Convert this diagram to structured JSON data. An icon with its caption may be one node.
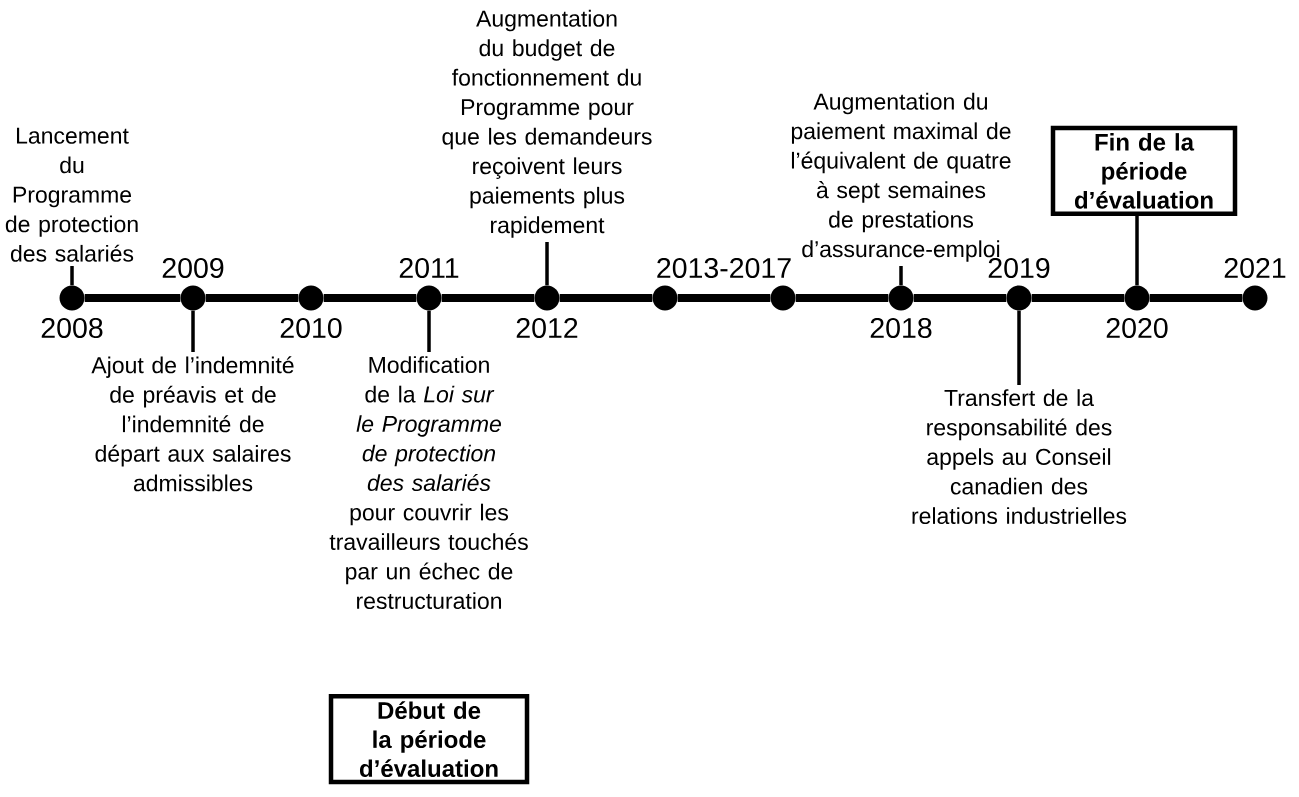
{
  "diagram": {
    "nodes": [
      {
        "text": [],
        "shape": "circle",
        "beside": [
          "2008"
        ]
      },
      {
        "text": [],
        "shape": "circle",
        "beside": [
          "2009"
        ]
      },
      {
        "text": [],
        "shape": "circle",
        "beside": [
          "2010"
        ]
      },
      {
        "text": [],
        "shape": "circle",
        "beside": [
          "2011"
        ]
      },
      {
        "text": [],
        "shape": "circle",
        "beside": [
          "2012"
        ]
      },
      {
        "text": [],
        "shape": "circle",
        "beside": [
          "2013-2017"
        ]
      },
      {
        "text": [],
        "shape": "circle"
      },
      {
        "text": [],
        "shape": "circle",
        "beside": [
          "2018"
        ]
      },
      {
        "text": [],
        "shape": "circle",
        "beside": [
          "2019"
        ]
      },
      {
        "text": [],
        "shape": "circle",
        "beside": [
          "2020"
        ]
      },
      {
        "text": [],
        "shape": "circle",
        "beside": [
          "2021"
        ]
      },
      {
        "text": [
          "Lancement du Programme de protection des salariés"
        ]
      },
      {
        "text": [
          "Augmentation du budget de fonctionnement du Programme pour que les demandeurs reçoivent leurs paiements plus rapidement"
        ]
      },
      {
        "text": [
          "Augmentation du paiement maximal de l’équivalent de quatre à sept semaines de prestations d’assurance-emploi"
        ]
      },
      {
        "text": [
          "Fin de la période d’évaluation"
        ]
      },
      {
        "text": [
          "Ajout de l’indemnité de préavis et de l’indemnité de départ aux salaires admissibles"
        ]
      },
      {
        "text": [
          "Modification de la *Loi sur le Programme de protection des salariés* pour couvrir les travailleurs touchés par un échec de restructuration"
        ]
      },
      {
        "text": [
          "Début de la période d’évaluation"
        ]
      },
      {
        "text": [
          "Transfert de la responsabilité des appels au Conseil canadien des relations industrielles"
        ]
      }
    ],
    "edges": [
      {
        "from": 0,
        "to": 1,
        "arrow": "none"
      },
      {
        "from": 1,
        "to": 2,
        "arrow": "none"
      },
      {
        "from": 2,
        "to": 3,
        "arrow": "none"
      },
      {
        "from": 3,
        "to": 4,
        "arrow": "none"
      },
      {
        "from": 4,
        "to": 5,
        "arrow": "none"
      },
      {
        "from": 5,
        "to": 6,
        "arrow": "none"
      },
      {
        "from": 6,
        "to": 7,
        "arrow": "none"
      },
      {
        "from": 7,
        "to": 8,
        "arrow": "none"
      },
      {
        "from": 8,
        "to": 9,
        "arrow": "none"
      },
      {
        "from": 9,
        "to": 10,
        "arrow": "none"
      },
      {
        "from": 0,
        "to": 11,
        "arrow": "none"
      },
      {
        "from": 4,
        "to": 12,
        "arrow": "none"
      },
      {
        "from": 7,
        "to": 13,
        "arrow": "none"
      },
      {
        "from": 9,
        "to": 14,
        "arrow": "none"
      },
      {
        "from": 1,
        "to": 15,
        "arrow": "none"
      },
      {
        "from": 3,
        "to": 16,
        "arrow": "none"
      },
      {
        "from": 8,
        "to": 18,
        "arrow": "none"
      }
    ]
  }
}
